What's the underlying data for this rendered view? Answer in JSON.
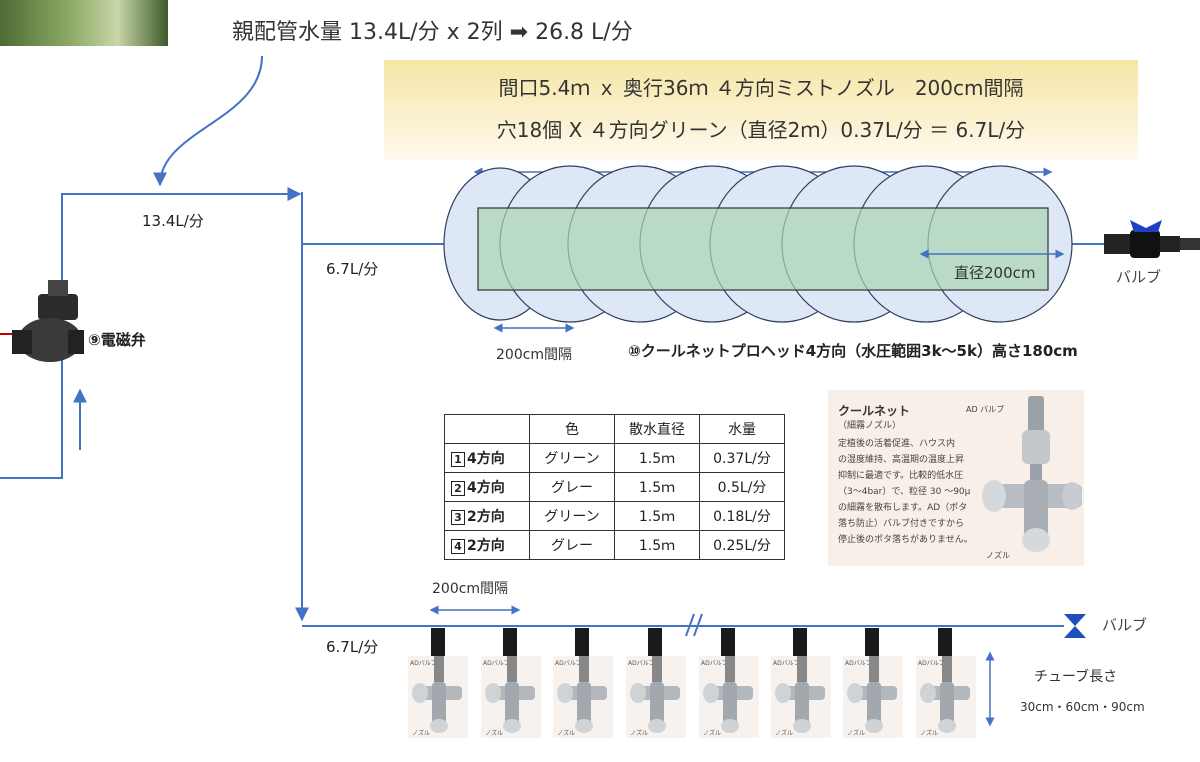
{
  "header": {
    "text": "親配管水量 13.4L/分 x 2列 ➡ 26.8 L/分"
  },
  "banner": {
    "line1": "間口5.4ｍ ｘ 奥行36ｍ ４方向ミストノズル　200cm間隔",
    "line2": "穴18個 X ４方向グリーン（直径2ｍ）0.37L/分 ＝ 6.7L/分"
  },
  "flows": {
    "main": "13.4L/分",
    "branch_top": "6.7L/分",
    "branch_bottom": "6.7L/分"
  },
  "solenoid": {
    "label": "⑨電磁弁"
  },
  "valve_top": {
    "label": "バルブ"
  },
  "valve_bottom": {
    "label": "バルブ"
  },
  "diameter": {
    "label": "直径200cm"
  },
  "spacing_top": {
    "label": "200cm間隔"
  },
  "spacing_bottom": {
    "label": "200cm間隔"
  },
  "product": {
    "label": "⑩クールネットプロヘッド4方向（水圧範囲3k～5k）高さ180cm"
  },
  "table": {
    "headers": [
      "",
      "色",
      "散水直径",
      "水量"
    ],
    "rows": [
      {
        "num": "1",
        "type": "4方向",
        "color": "グリーン",
        "diameter": "1.5ｍ",
        "flow": "0.37L/分"
      },
      {
        "num": "2",
        "type": "4方向",
        "color": "グレー",
        "diameter": "1.5ｍ",
        "flow": "0.5L/分"
      },
      {
        "num": "3",
        "type": "2方向",
        "color": "グリーン",
        "diameter": "1.5ｍ",
        "flow": "0.18L/分"
      },
      {
        "num": "4",
        "type": "2方向",
        "color": "グレー",
        "diameter": "1.5ｍ",
        "flow": "0.25L/分"
      }
    ]
  },
  "card": {
    "title": "クールネット",
    "subtitle": "（細霧ノズル）",
    "lines": [
      "定植後の活着促進、ハウス内",
      "の湿度維持、高温期の温度上昇",
      "抑制に最適です。比較的低水圧",
      "（3～4bar）で、粒径 30 ～90μ",
      "の細霧を散布します。AD（ポタ",
      "落ち防止）バルブ付きですから",
      "停止後のポタ落ちがありません。"
    ],
    "valve_label": "AD バルブ",
    "nozzle_label": "ノズル"
  },
  "tube": {
    "label": "チューブ長さ",
    "values": "30cm・60cm・90cm"
  },
  "thumbs": {
    "valve_label": "ADバルブ",
    "nozzle_label": "ノズル"
  },
  "colors": {
    "pipe": "#4472c4",
    "circle_fill": "#dde7f6",
    "rect_fill": "#b3d9bd",
    "banner": "#f6e6a6",
    "valve_blue": "#1f3fc4"
  }
}
